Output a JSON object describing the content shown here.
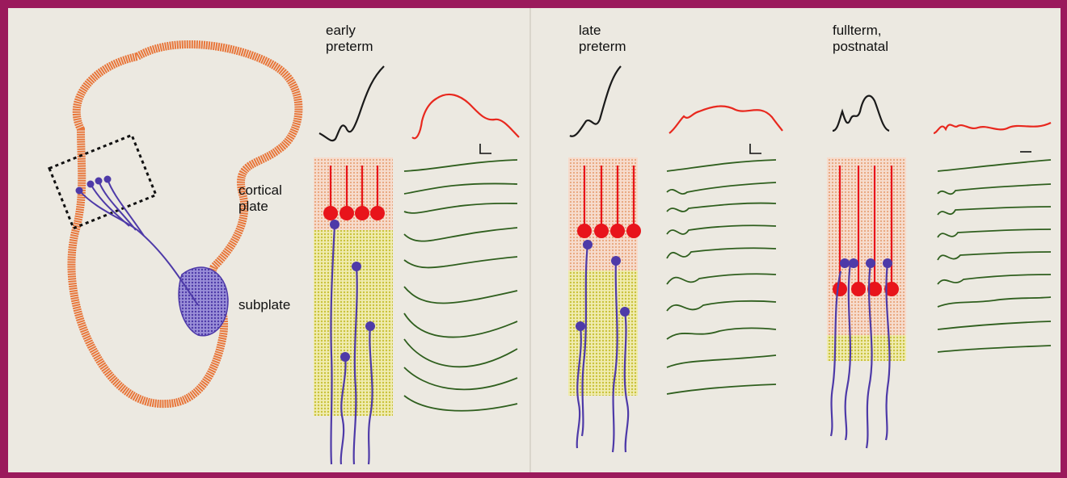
{
  "labels": {
    "early_preterm": "early\npreterm",
    "late_preterm": "late\npreterm",
    "fullterm_postnatal": "fullterm,\npostnatal",
    "cortical_plate": "cortical\nplate",
    "subplate": "subplate"
  },
  "colors": {
    "frame": "#9b1a5c",
    "page": "#ece9e1",
    "cortex_outline": "#e8763a",
    "cortical_plate_fill": "#f3c6b0",
    "subplate_fill": "#e3de7a",
    "neuron_red": "#e8141b",
    "neuron_purple": "#4e3aa8",
    "trace_green": "#2f5f1e",
    "trace_black": "#1a1a1a",
    "trace_red": "#e8281e"
  },
  "icons": [
    "brain-section-outline",
    "thalamus-shape",
    "neuron-cell-body",
    "recording-trace",
    "scale-bar"
  ]
}
